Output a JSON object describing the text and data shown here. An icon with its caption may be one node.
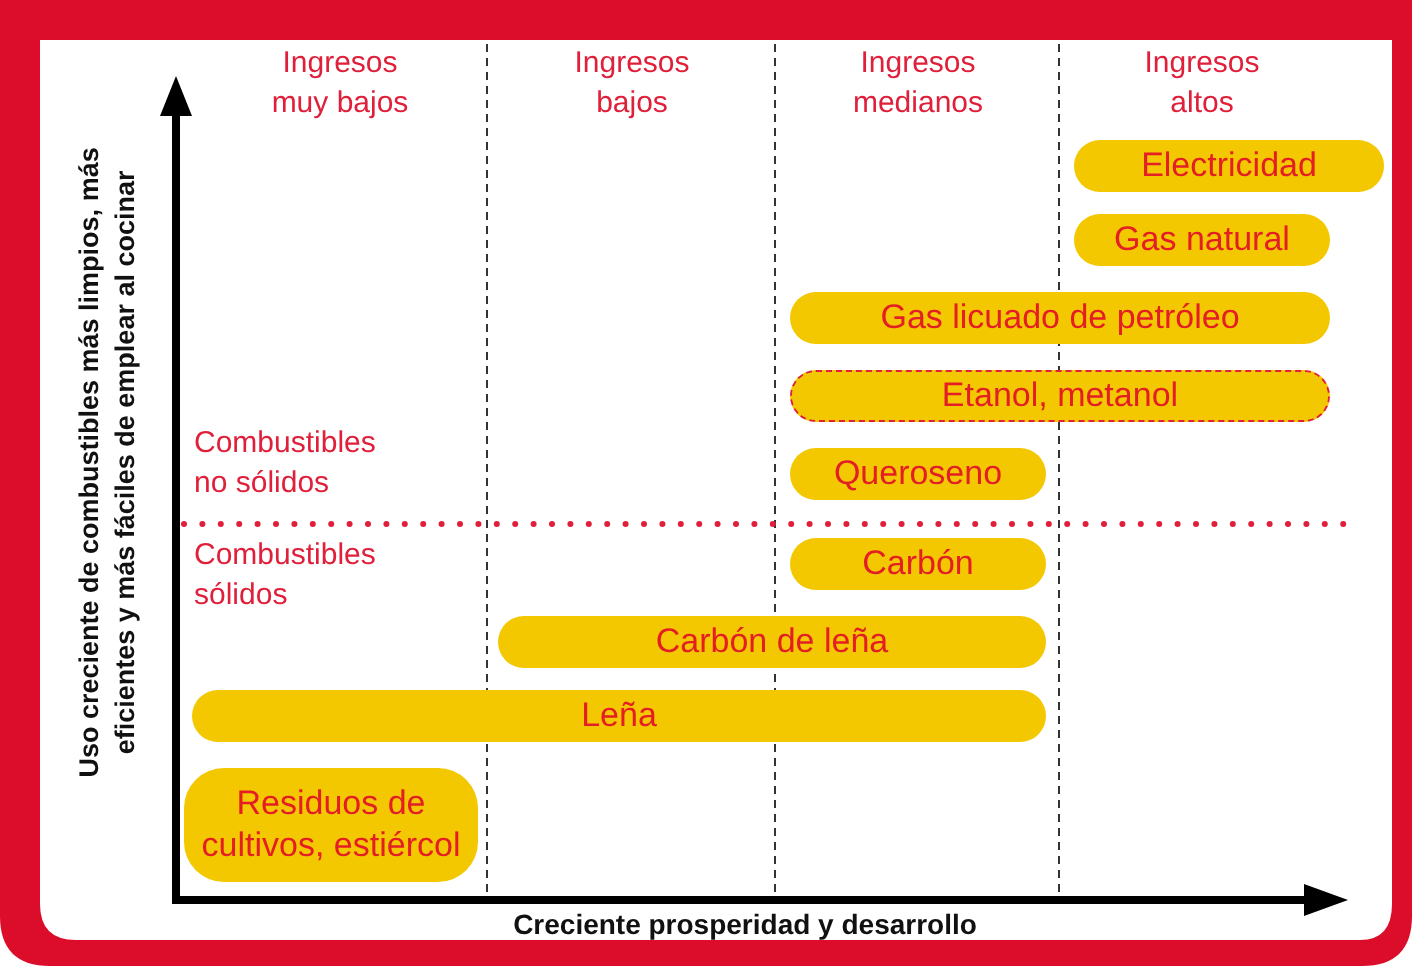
{
  "diagram": {
    "nodes": [
      {
        "text": [
          "Electricidad"
        ]
      },
      {
        "text": [
          "Gas natural"
        ]
      },
      {
        "text": [
          "Gas licuado de petróleo"
        ]
      },
      {
        "text": [
          "Etanol, metanol"
        ]
      },
      {
        "text": [
          "Queroseno"
        ]
      },
      {
        "text": [
          "Carbón"
        ]
      },
      {
        "text": [
          "Carbón de leña"
        ]
      },
      {
        "text": [
          "Leña"
        ]
      },
      {
        "text": [
          "Residuos de cultivos, estiércol"
        ]
      }
    ],
    "labels": [
      "Ingresos muy bajos",
      "Ingresos bajos",
      "Ingresos medianos",
      "Ingresos altos",
      "Uso creciente de combustibles más limpios, más eficientes y más fáciles de emplear al cocinar",
      "Combustibles no sólidos",
      "Combustibles sólidos",
      "Creciente prosperidad y desarrollo"
    ]
  }
}
